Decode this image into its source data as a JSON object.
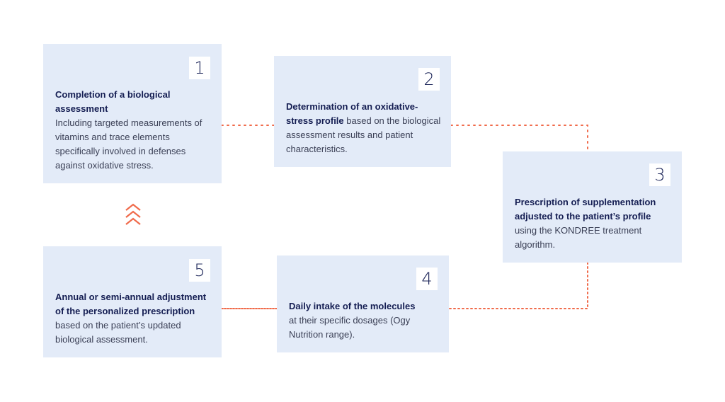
{
  "colors": {
    "box_background": "#e3ebf8",
    "number_background": "#ffffff",
    "heading_text": "#141d52",
    "body_text": "#3a3f55",
    "connector": "#f06a4a"
  },
  "steps": [
    {
      "number": "1",
      "bold_text": "Completion of a biological assessment",
      "body_text": "Including targeted measurements of vitamins and trace elements specifically involved in defenses against oxidative stress."
    },
    {
      "number": "2",
      "bold_text": "Determination of an oxidative-stress profile",
      "body_text": "based on the biological assessment results and patient characteristics."
    },
    {
      "number": "3",
      "bold_text": "Prescription of supplementation adjusted to the patient’s profile",
      "body_text": "using the KONDREE treatment algorithm."
    },
    {
      "number": "4",
      "bold_text": "Daily intake of the molecules",
      "body_text": "at their specific dosages (Ogy Nutrition range)."
    },
    {
      "number": "5",
      "bold_text": "Annual or semi-annual adjustment of the personalized prescription",
      "body_text": "based on the patient’s updated biological assessment."
    }
  ],
  "icons": {
    "cycle_back": "triple-chevron-up-icon"
  }
}
